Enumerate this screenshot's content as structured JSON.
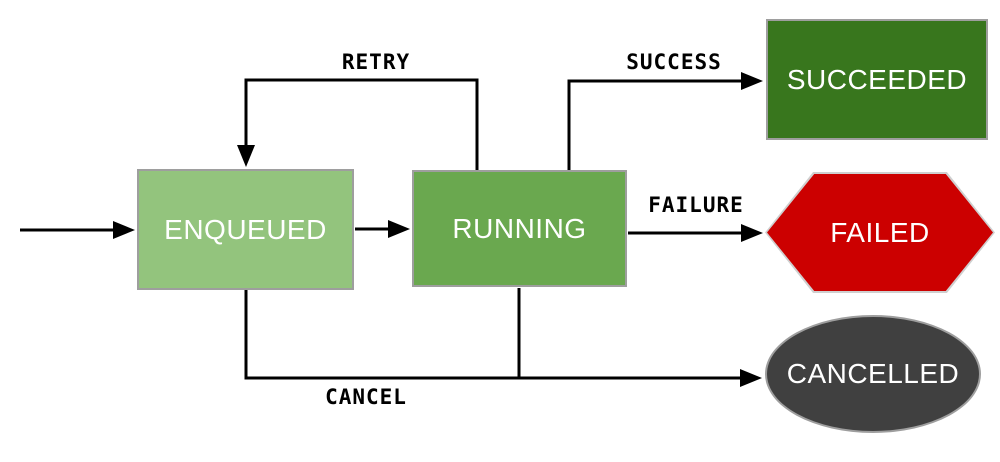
{
  "diagram": {
    "type": "state-machine",
    "background": "#ffffff",
    "edge_color": "#000000",
    "edge_label_color": "#000000",
    "nodes": [
      {
        "id": "enqueued",
        "label": "ENQUEUED",
        "shape": "rectangle",
        "fill": "#93c47d",
        "border": "#9e9e9e",
        "text_color": "#ffffff"
      },
      {
        "id": "running",
        "label": "RUNNING",
        "shape": "rectangle",
        "fill": "#6aa84f",
        "border": "#9e9e9e",
        "text_color": "#ffffff"
      },
      {
        "id": "succeeded",
        "label": "SUCCEEDED",
        "shape": "rectangle",
        "fill": "#38761d",
        "border": "#9e9e9e",
        "text_color": "#ffffff"
      },
      {
        "id": "failed",
        "label": "FAILED",
        "shape": "hexagon",
        "fill": "#cc0000",
        "border": "#cfcfcf",
        "text_color": "#ffffff"
      },
      {
        "id": "cancelled",
        "label": "CANCELLED",
        "shape": "ellipse",
        "fill": "#404040",
        "border": "#9e9e9e",
        "text_color": "#ffffff"
      }
    ],
    "edges": [
      {
        "id": "start",
        "from": "start",
        "to": "enqueued",
        "label": ""
      },
      {
        "id": "enqueued-to-running",
        "from": "enqueued",
        "to": "running",
        "label": ""
      },
      {
        "id": "retry",
        "from": "running",
        "to": "enqueued",
        "label": "RETRY"
      },
      {
        "id": "success",
        "from": "running",
        "to": "succeeded",
        "label": "SUCCESS"
      },
      {
        "id": "failure",
        "from": "running",
        "to": "failed",
        "label": "FAILURE"
      },
      {
        "id": "cancel",
        "from": "enqueued,running",
        "to": "cancelled",
        "label": "CANCEL"
      }
    ]
  }
}
